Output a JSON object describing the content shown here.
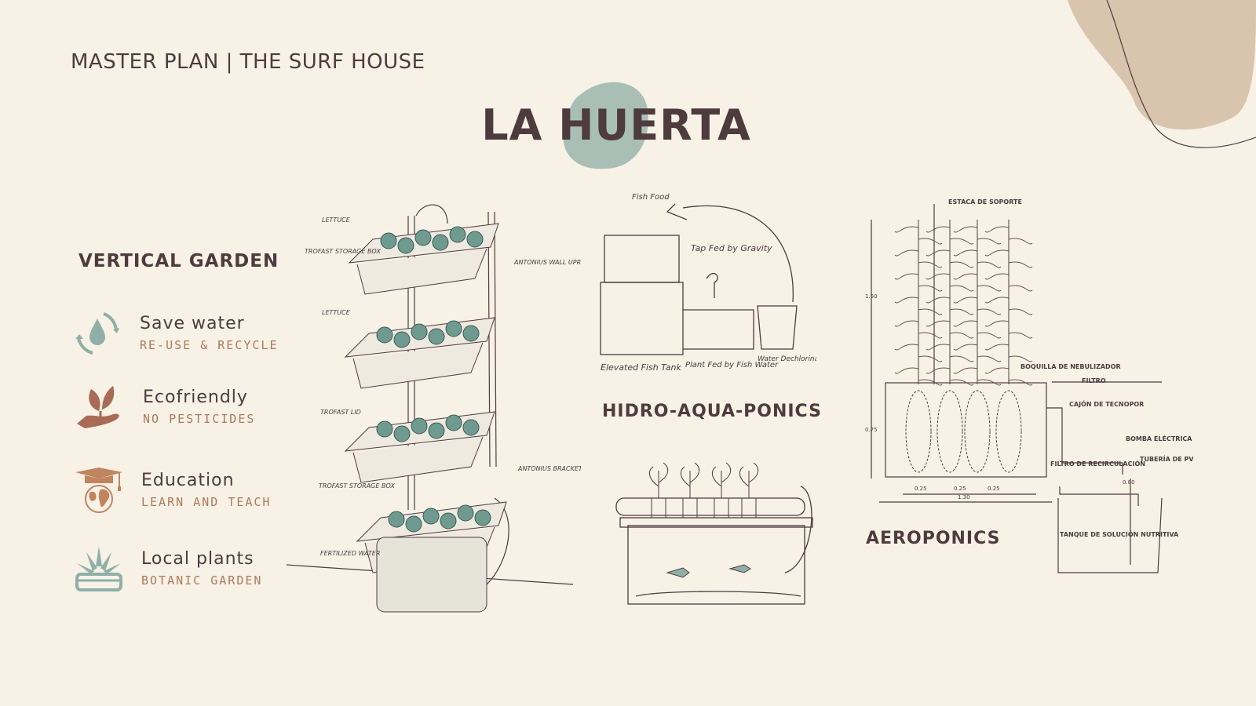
{
  "header": "MASTER PLAN | THE SURF HOUSE",
  "title": "LA HUERTA",
  "colors": {
    "background": "#f7f1e6",
    "text": "#4e3b3e",
    "accent": "#b07a5a",
    "teal": "#8fb0a8",
    "blob": "#d9c4ad"
  },
  "vertical_garden": {
    "heading": "VERTICAL GARDEN",
    "features": [
      {
        "icon": "water-recycle-icon",
        "title": "Save water",
        "subtitle": "RE-USE & RECYCLE"
      },
      {
        "icon": "hand-plant-icon",
        "title": "Ecofriendly",
        "subtitle": "NO PESTICIDES"
      },
      {
        "icon": "graduation-globe-icon",
        "title": "Education",
        "subtitle": "LEARN AND TEACH"
      },
      {
        "icon": "succulent-plant-icon",
        "title": "Local plants",
        "subtitle": "BOTANIC GARDEN"
      }
    ],
    "sketch_labels": [
      "LETTUCE",
      "TROFAST STORAGE BOX",
      "ANTONIUS WALL UPRIGHT",
      "LETTUCE",
      "TROFAST LID",
      "ANTONIUS BRACKETS",
      "TROFAST STORAGE BOX",
      "FERTILIZED WATER"
    ]
  },
  "hidro": {
    "heading": "HIDRO-AQUA-PONICS",
    "sketch_labels": [
      "Fish Food",
      "Tap Fed by Gravity",
      "Elevated Fish Tank",
      "Plant Fed by Fish Water",
      "Water Dechlorinated By the Sun"
    ]
  },
  "aeroponics": {
    "heading": "AEROPONICS",
    "sketch_labels": [
      "ESTACA DE SOPORTE",
      "BOQUILLA DE NEBULIZADOR",
      "FILTRO",
      "CAJÓN DE TECNOPOR",
      "BOMBA ELÉCTRICA",
      "TUBERÍA DE PVC",
      "FILTRO DE RECIRCULACIÓN",
      "TANQUE DE SOLUCIÓN NUTRITIVA",
      "1.50",
      "0.75",
      "0.25",
      "0.25",
      "0.25",
      "1.30",
      "0.80"
    ]
  }
}
